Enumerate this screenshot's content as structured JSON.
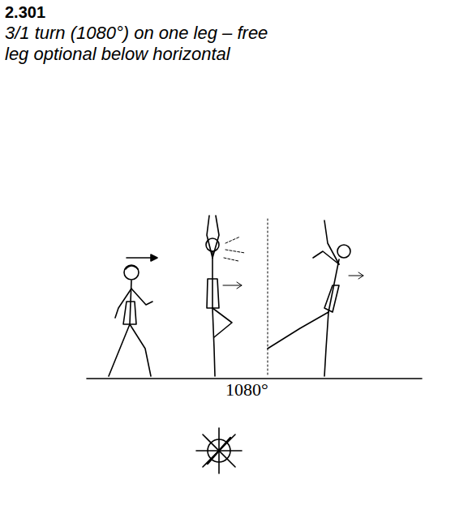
{
  "diagram": {
    "title": "2.301",
    "labels": [
      "3/1 turn (1080°) on one leg – free leg optional below horizontal",
      "1080°"
    ]
  }
}
